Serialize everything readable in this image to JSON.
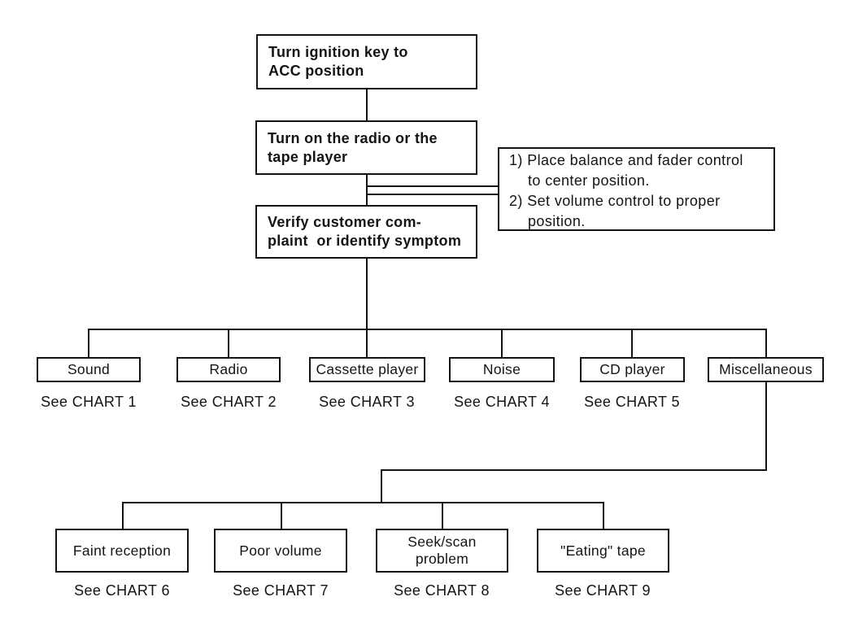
{
  "colors": {
    "ink": "#141414",
    "background": "#ffffff"
  },
  "flow": {
    "steps": [
      {
        "lines": [
          "Turn ignition key to",
          "ACC position"
        ]
      },
      {
        "lines": [
          "Turn on the radio or the",
          "tape player"
        ]
      },
      {
        "lines": [
          "Verify customer com-",
          "plaint  or identify symptom"
        ]
      }
    ],
    "note": {
      "lines": [
        "1) Place balance and fader control",
        "to center position.",
        "2) Set volume control to proper",
        "position."
      ]
    },
    "level1": [
      {
        "label": "Sound",
        "see": "See CHART 1"
      },
      {
        "label": "Radio",
        "see": "See CHART 2"
      },
      {
        "label": "Cassette player",
        "see": "See CHART 3"
      },
      {
        "label": "Noise",
        "see": "See CHART 4"
      },
      {
        "label": "CD player",
        "see": "See CHART 5"
      },
      {
        "label": "Miscellaneous"
      }
    ],
    "level2": [
      {
        "lines": [
          "Faint reception"
        ],
        "see": "See CHART 6"
      },
      {
        "lines": [
          "Poor volume"
        ],
        "see": "See CHART 7"
      },
      {
        "lines": [
          "Seek/scan",
          "problem"
        ],
        "see": "See CHART 8"
      },
      {
        "lines": [
          "\"Eating\" tape"
        ],
        "see": "See CHART 9"
      }
    ]
  }
}
